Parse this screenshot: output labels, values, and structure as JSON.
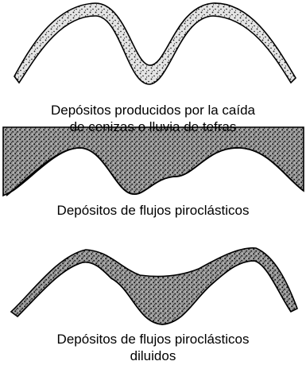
{
  "colors": {
    "ink": "#000000",
    "background": "#ffffff",
    "deposit_fill": "#d6d6d6"
  },
  "panels": [
    {
      "caption_line1": "Depósitos producidos por la caída",
      "caption_line2": "de cenizas o lluvia de tefras"
    },
    {
      "caption_line1": "Depósitos de flujos piroclásticos"
    },
    {
      "caption_line1": "Depósitos de flujos piroclásticos",
      "caption_line2": "diluidos"
    }
  ]
}
